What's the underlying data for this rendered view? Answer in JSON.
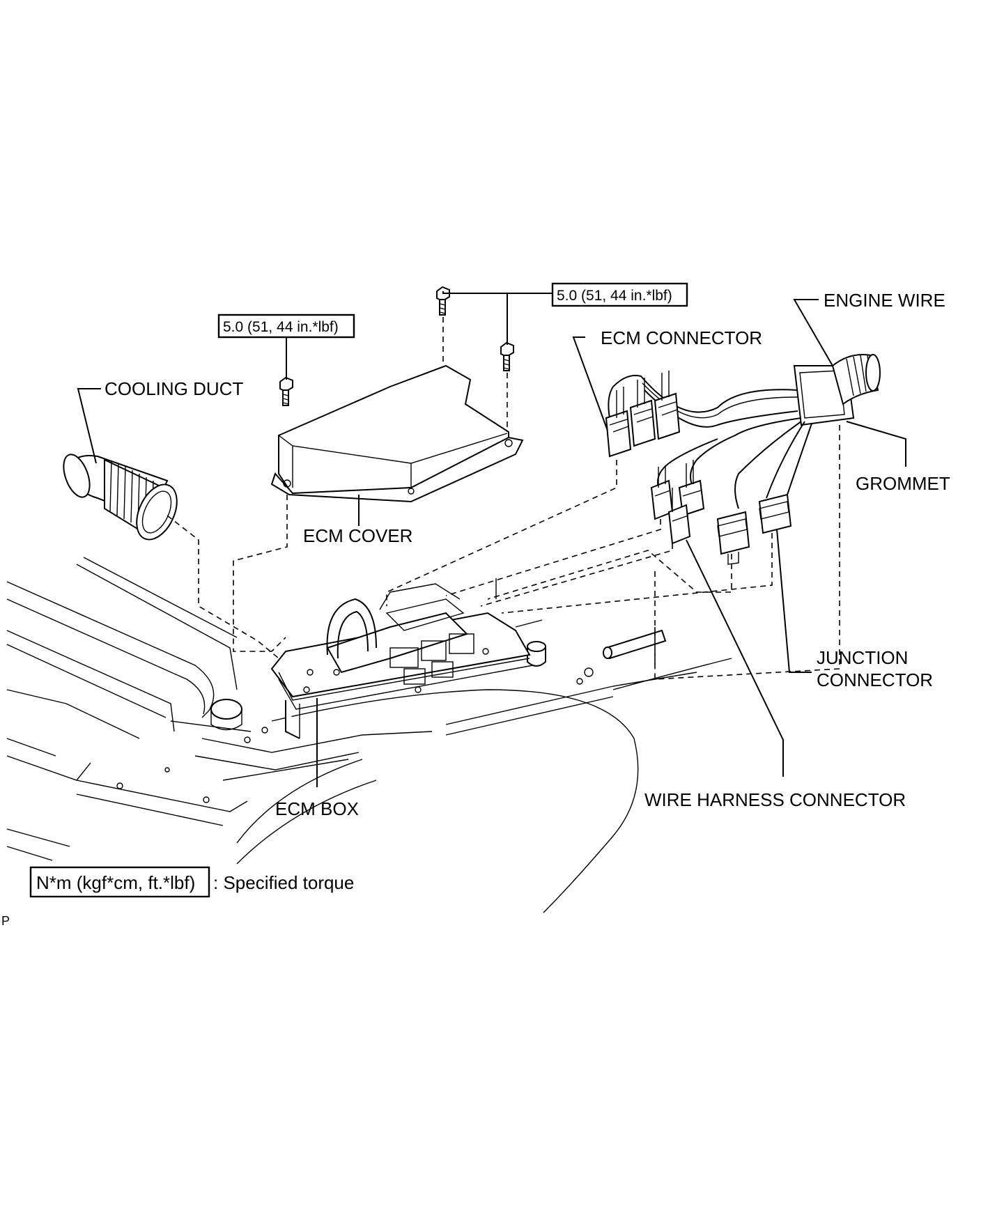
{
  "labels": {
    "cooling_duct": "COOLING DUCT",
    "ecm_cover": "ECM COVER",
    "ecm_connector": "ECM CONNECTOR",
    "engine_wire": "ENGINE WIRE",
    "grommet": "GROMMET",
    "junction_connector_line1": "JUNCTION",
    "junction_connector_line2": "CONNECTOR",
    "wire_harness_connector": "WIRE HARNESS CONNECTOR",
    "ecm_box": "ECM BOX"
  },
  "torque_specs": {
    "cover_bolt_left": "5.0 (51, 44 in.*lbf)",
    "cover_bolts_right": "5.0 (51, 44 in.*lbf)"
  },
  "legend": {
    "units_box": "N*m (kgf*cm, ft.*lbf)",
    "description": ": Specified torque"
  },
  "corner_mark": "P"
}
